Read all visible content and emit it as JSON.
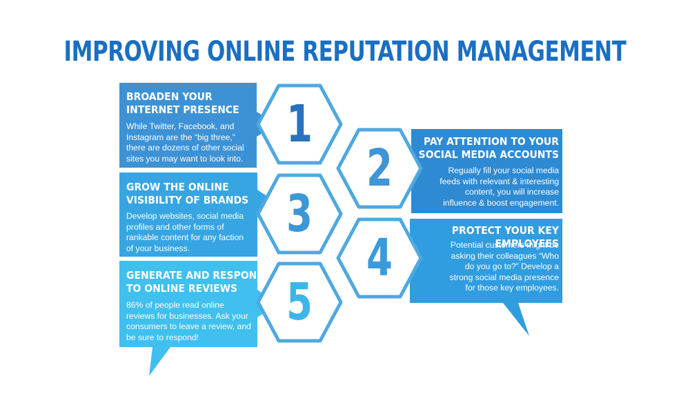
{
  "title": "IMPROVING ONLINE REPUTATION MANAGEMENT",
  "colors": {
    "title": "#1a6fc2",
    "box1": "#3d92d5",
    "box2": "#2e8ad2",
    "box3": "#37a5e2",
    "box4": "#2f9ddf",
    "box5": "#3fc0ee",
    "hex_stroke": "#4fa8e0",
    "num_1": "#2a72bd",
    "num_2": "#3f95d6",
    "num_3": "#3a97d8",
    "num_4": "#3a9bdc",
    "num_5": "#3db5e8"
  },
  "steps": [
    {
      "number": "1",
      "heading_line1": "BROADEN YOUR",
      "heading_line2": "INTERNET PRESENCE",
      "text": "While Twitter, Facebook, and Instagram are the “big three,” there are dozens of other social sites you may want to look into."
    },
    {
      "number": "2",
      "heading_line1": "PAY ATTENTION TO YOUR",
      "heading_line2": "SOCIAL MEDIA ACCOUNTS",
      "text": "Regually fill your social media feeds with relevant & interesting content, you will increase influence & boost engagement."
    },
    {
      "number": "3",
      "heading_line1": "GROW THE ONLINE",
      "heading_line2": "VISIBILITY OF BRANDS",
      "text": "Develop websites, social media profiles and other forms of rankable content for any faction of your business."
    },
    {
      "number": "4",
      "heading_line1": "PROTECT YOUR KEY EMPLOYEES",
      "heading_line2": "",
      "text": "Potential customers might be asking their colleagues “Who do you go to?” Develop a strong social media presence for those key employees."
    },
    {
      "number": "5",
      "heading_line1": "GENERATE AND RESPOND",
      "heading_line2": "TO ONLINE REVIEWS",
      "text": "86% of people read online reviews for businesses. Ask your consumers to leave a review, and be sure to respond!"
    }
  ]
}
